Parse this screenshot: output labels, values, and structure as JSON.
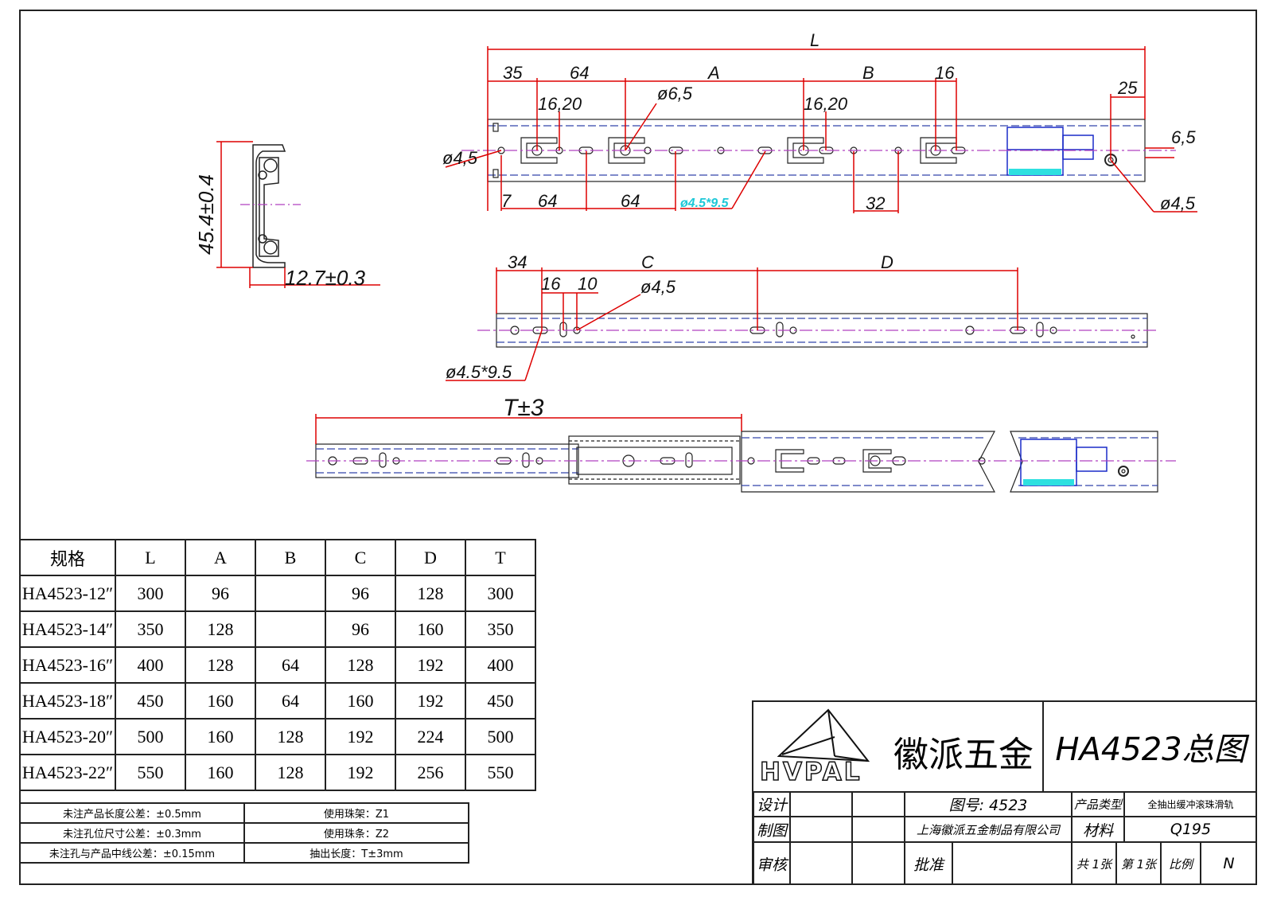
{
  "drawing": {
    "dimensions": {
      "L": "L",
      "d35": "35",
      "d64a": "64",
      "A": "A",
      "B": "B",
      "d16": "16",
      "d16_20_left": "16,20",
      "phi6_5": "ø6,5",
      "d16_20_right": "16,20",
      "d25": "25",
      "d6_5": "6,5",
      "phi4_5_left": "ø4,5",
      "phi4_5_right": "ø4,5",
      "d7": "7",
      "d64b": "64",
      "d64c": "64",
      "slot_cyan": "ø4.5*9.5",
      "d32": "32",
      "profile_height": "45.4±0.4",
      "profile_width": "12.7±0.3",
      "d34": "34",
      "C": "C",
      "D": "D",
      "d16b": "16",
      "d10": "10",
      "phi4_5_mid": "ø4,5",
      "slot_mid": "ø4.5*9.5",
      "T": "T±3"
    }
  },
  "spec_table": {
    "headers": [
      "规格",
      "L",
      "A",
      "B",
      "C",
      "D",
      "T"
    ],
    "rows": [
      [
        "HA4523-12″",
        "300",
        "96",
        "",
        "96",
        "128",
        "300"
      ],
      [
        "HA4523-14″",
        "350",
        "128",
        "",
        "96",
        "160",
        "350"
      ],
      [
        "HA4523-16″",
        "400",
        "128",
        "64",
        "128",
        "192",
        "400"
      ],
      [
        "HA4523-18″",
        "450",
        "160",
        "64",
        "160",
        "192",
        "450"
      ],
      [
        "HA4523-20″",
        "500",
        "160",
        "128",
        "192",
        "224",
        "500"
      ],
      [
        "HA4523-22″",
        "550",
        "160",
        "128",
        "192",
        "256",
        "550"
      ]
    ]
  },
  "notes": {
    "rows": [
      [
        "未注产品长度公差：±0.5mm",
        "使用珠架：Z1"
      ],
      [
        "未注孔位尺寸公差：±0.3mm",
        "使用珠条：Z2"
      ],
      [
        "未注孔与产品中线公差：±0.15mm",
        "抽出长度：T±3mm"
      ]
    ]
  },
  "title_block": {
    "brand_latin": "HVPAL",
    "brand_cn": "徽派五金",
    "drawing_title": "HA4523总图",
    "design_label": "设计",
    "draw_label": "制图",
    "review_label": "审核",
    "drawing_no": "图号: 4523",
    "company": "上海徽派五金制品有限公司",
    "approve_label": "批准",
    "product_type_label": "产品类型",
    "product_type": "全抽出缓冲滚珠滑轨",
    "material_label": "材料",
    "material": "Q195",
    "total_sheets": "共 1张",
    "sheet_no": "第 1张",
    "scale_label": "比例",
    "scale_value": "N"
  }
}
